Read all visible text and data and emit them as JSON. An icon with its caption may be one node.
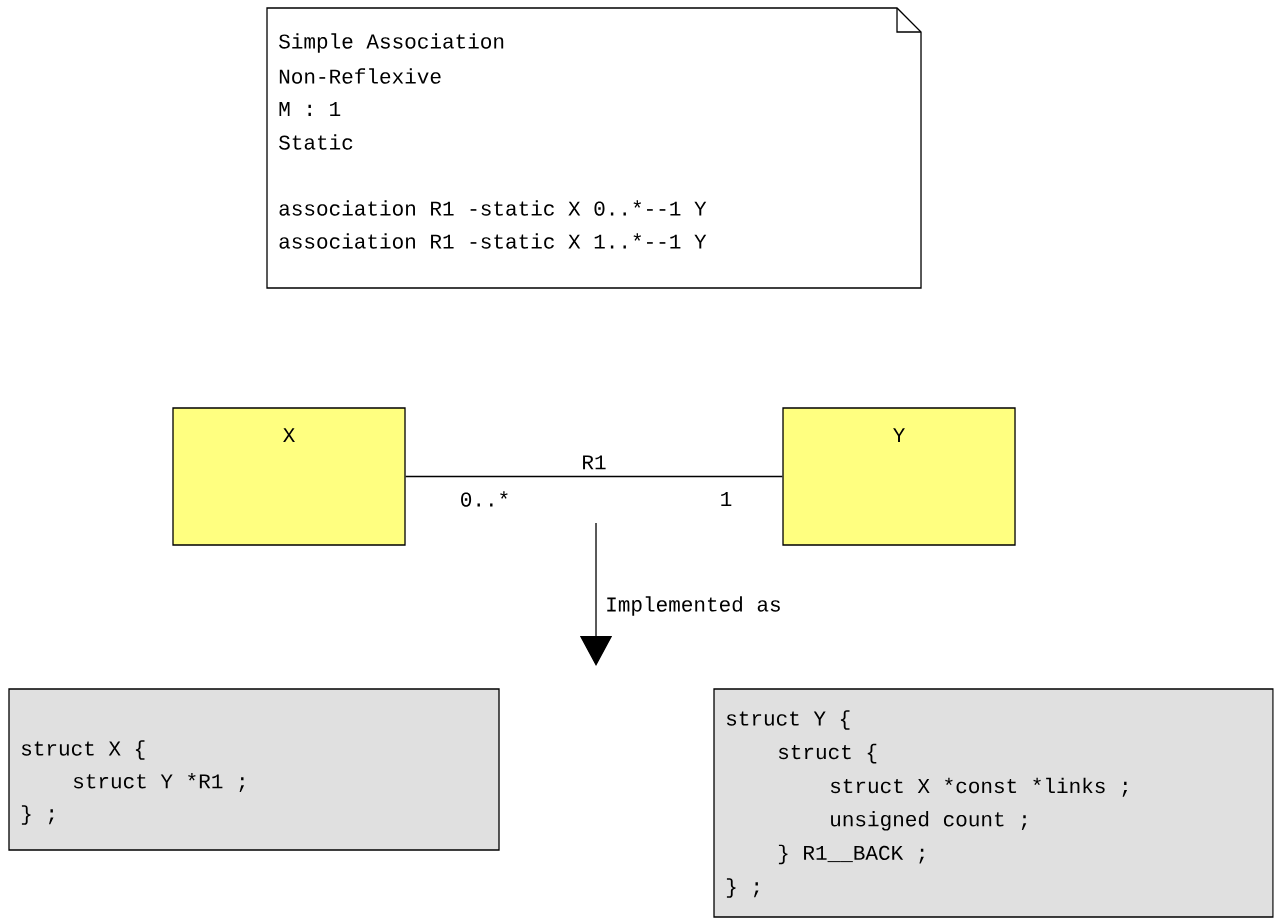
{
  "diagram": {
    "nodes": [
      {
        "text": [
          "Simple Association",
          "Non-Reflexive",
          "M : 1",
          "Static",
          "association R1 -static X 0..*--1 Y",
          "association R1 -static X 1..*--1 Y"
        ]
      },
      {
        "text": [
          "X"
        ]
      },
      {
        "text": [
          "Y"
        ]
      },
      {
        "text": [
          "struct X {",
          "struct Y *R1 ;",
          "} ;"
        ]
      },
      {
        "text": [
          "struct Y {",
          "struct {",
          "struct X *const *links ;",
          "unsigned count ;",
          "} R1__BACK ;",
          "} ;"
        ]
      }
    ],
    "edges": [
      {
        "from": 1,
        "to": 2,
        "arrow": "none",
        "label": "R1"
      }
    ],
    "labels": [
      "0..*",
      "1",
      "Implemented as"
    ]
  }
}
